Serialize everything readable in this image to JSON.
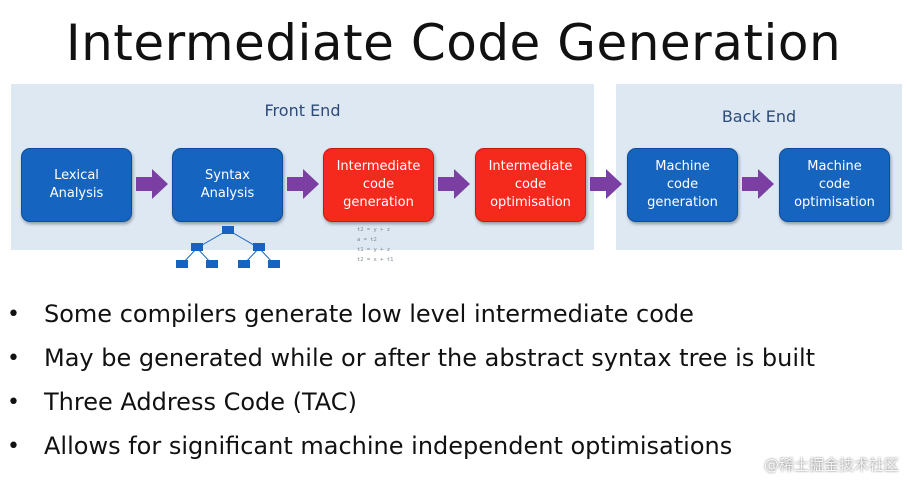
{
  "title": "Intermediate Code Generation",
  "panels": {
    "front": {
      "label": "Front End"
    },
    "back": {
      "label": "Back End"
    }
  },
  "stages": [
    {
      "label": "Lexical\nAnalysis",
      "color": "#1565c0"
    },
    {
      "label": "Syntax\nAnalysis",
      "color": "#1565c0"
    },
    {
      "label": "Intermediate\ncode\ngeneration",
      "color": "#f52a1c"
    },
    {
      "label": "Intermediate\ncode\noptimisation",
      "color": "#f52a1c"
    },
    {
      "label": "Machine\ncode\ngeneration",
      "color": "#1565c0"
    },
    {
      "label": "Machine\ncode\noptimisation",
      "color": "#1565c0"
    }
  ],
  "arrow_color": "#7b3fa3",
  "tac_lines": [
    "t2 = y + z",
    "a = t2",
    "t1 = y + z",
    "t2 = x + t1"
  ],
  "bullets": [
    "Some compilers generate low level intermediate code",
    "May be generated while or after the abstract syntax tree is built",
    "Three Address Code (TAC)",
    "Allows for significant machine independent optimisations"
  ],
  "bullet_glyph": "•",
  "watermark": "@稀土掘金技术社区"
}
